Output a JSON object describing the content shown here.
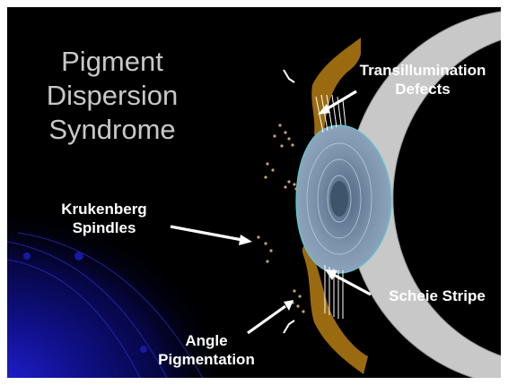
{
  "slide": {
    "title_lines": [
      "Pigment",
      "Dispersion",
      "Syndrome"
    ]
  },
  "labels": {
    "transillumination": [
      "Transillumination",
      "Defects"
    ],
    "krukenberg": [
      "Krukenberg",
      "Spindles"
    ],
    "scheie": [
      "Scheie Stripe"
    ],
    "angle": [
      "Angle",
      "Pigmentation"
    ]
  },
  "colors": {
    "background": "#000000",
    "title_text": "#c8c8c8",
    "label_text": "#ffffff",
    "cornea": "#c8c8c8",
    "iris": "#9a6a10",
    "lens": "#7a93ad",
    "pigment": "#c9a070",
    "glow": "#1a1aa0"
  }
}
